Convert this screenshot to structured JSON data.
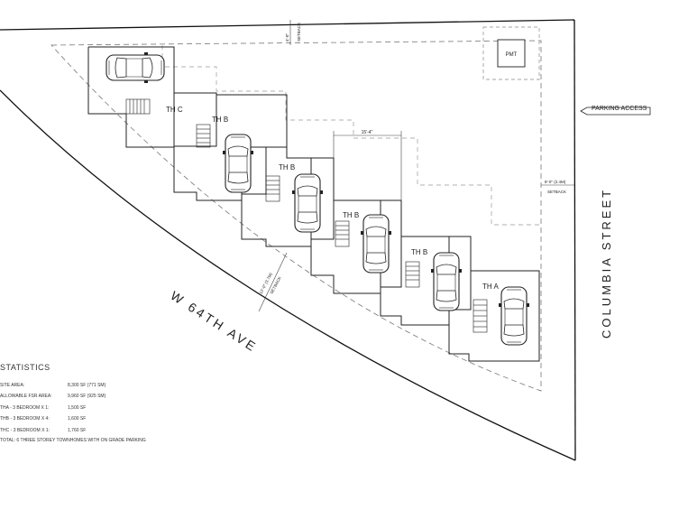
{
  "streets": {
    "avenue": "W 64TH AVE",
    "street": "COLUMBIA STREET"
  },
  "units": {
    "th_c": "TH C",
    "th_b_labels": [
      "TH B",
      "TH B",
      "TH B",
      "TH B"
    ],
    "th_a": "TH A"
  },
  "pmt_label": "PMT",
  "parking_access": "PARKING ACCESS",
  "dimensions": {
    "unit_width": "15'-4\"",
    "top_setback_value": "4'-0\"",
    "top_setback_label": "SETBACK",
    "east_setback_value": "8'-0\" (2.4M)",
    "east_setback_label": "SETBACK",
    "ave_setback_value": "12'-0\" (3.7M)",
    "ave_setback_label": "SETBACK"
  },
  "statistics": {
    "title": "STATISTICS",
    "rows": [
      {
        "label": "SITE AREA:",
        "value": "8,300 SF (771 SM)"
      },
      {
        "label": "ALLOWABLE FSR AREA:",
        "value": "9,960 SF (925 SM)"
      },
      {
        "label": "THA - 3 BEDROOM X 1:",
        "value": "1,500 SF"
      },
      {
        "label": "THB - 3 BEDROOM X 4:",
        "value": "1,600 SF"
      },
      {
        "label": "THC - 3 BEDROOM X 1:",
        "value": "1,760 SF"
      }
    ],
    "total": "TOTAL: 6 THREE STOREY TOWNHOMES WITH ON GRADE PARKING"
  }
}
